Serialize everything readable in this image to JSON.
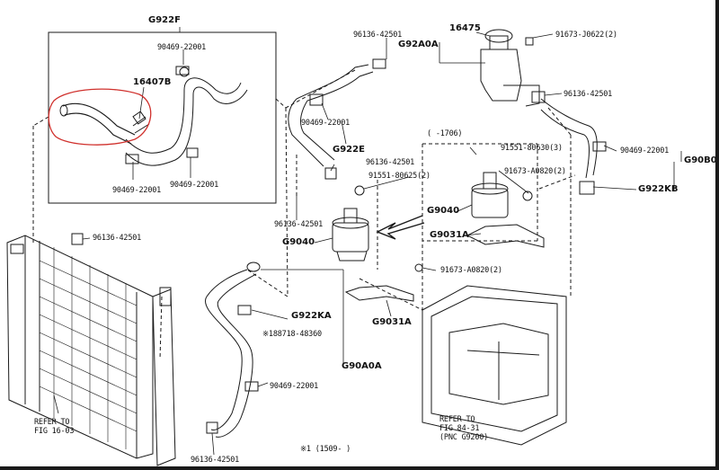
{
  "diagram": {
    "labels": {
      "g922f": "G922F",
      "p90469_a": "90469-22001",
      "p16407b": "16407B",
      "p90469_b": "90469-22001",
      "p90469_c": "90469-22001",
      "p96136_top": "96136-42501",
      "g92a0a": "G92A0A",
      "p16475": "16475",
      "p91673_j0622": "91673-J0622(2)",
      "p96136_right": "96136-42501",
      "p90469_mid": "90469-22001",
      "g922e": "G922E",
      "p96136_mid": "96136-42501",
      "p91551_80625": "91551-80625(2)",
      "range_1706": "(     -1706)",
      "p91551_80630": "91551-80630(3)",
      "p91673_a0820_a": "91673-A0820(2)",
      "g9040_right": "G9040",
      "g9031a_right": "G9031A",
      "p90469_far": "90469-22001",
      "g90b0": "G90B0",
      "g922kb": "G922KB",
      "p96136_left": "96136-42501",
      "p96136_center": "96136-42501",
      "g9040_center": "G9040",
      "p91673_a0820_b": "91673-A0820(2)",
      "g922ka": "G922KA",
      "p188718": "※188718-48360",
      "g90a0a": "G90A0A",
      "g9031a_center": "G9031A",
      "p90469_low": "90469-22001",
      "p96136_bottom": "96136-42501",
      "refer_left": [
        "REFER TO",
        "FIG 16-03"
      ],
      "refer_right": [
        "REFER TO",
        "FIG 84-31",
        "(PNC G9200)"
      ],
      "footnote": "※1 (1509-      )"
    },
    "colors": {
      "line": "#1a1a1a",
      "highlight_circle": "#d0312d",
      "background": "#ffffff"
    }
  }
}
